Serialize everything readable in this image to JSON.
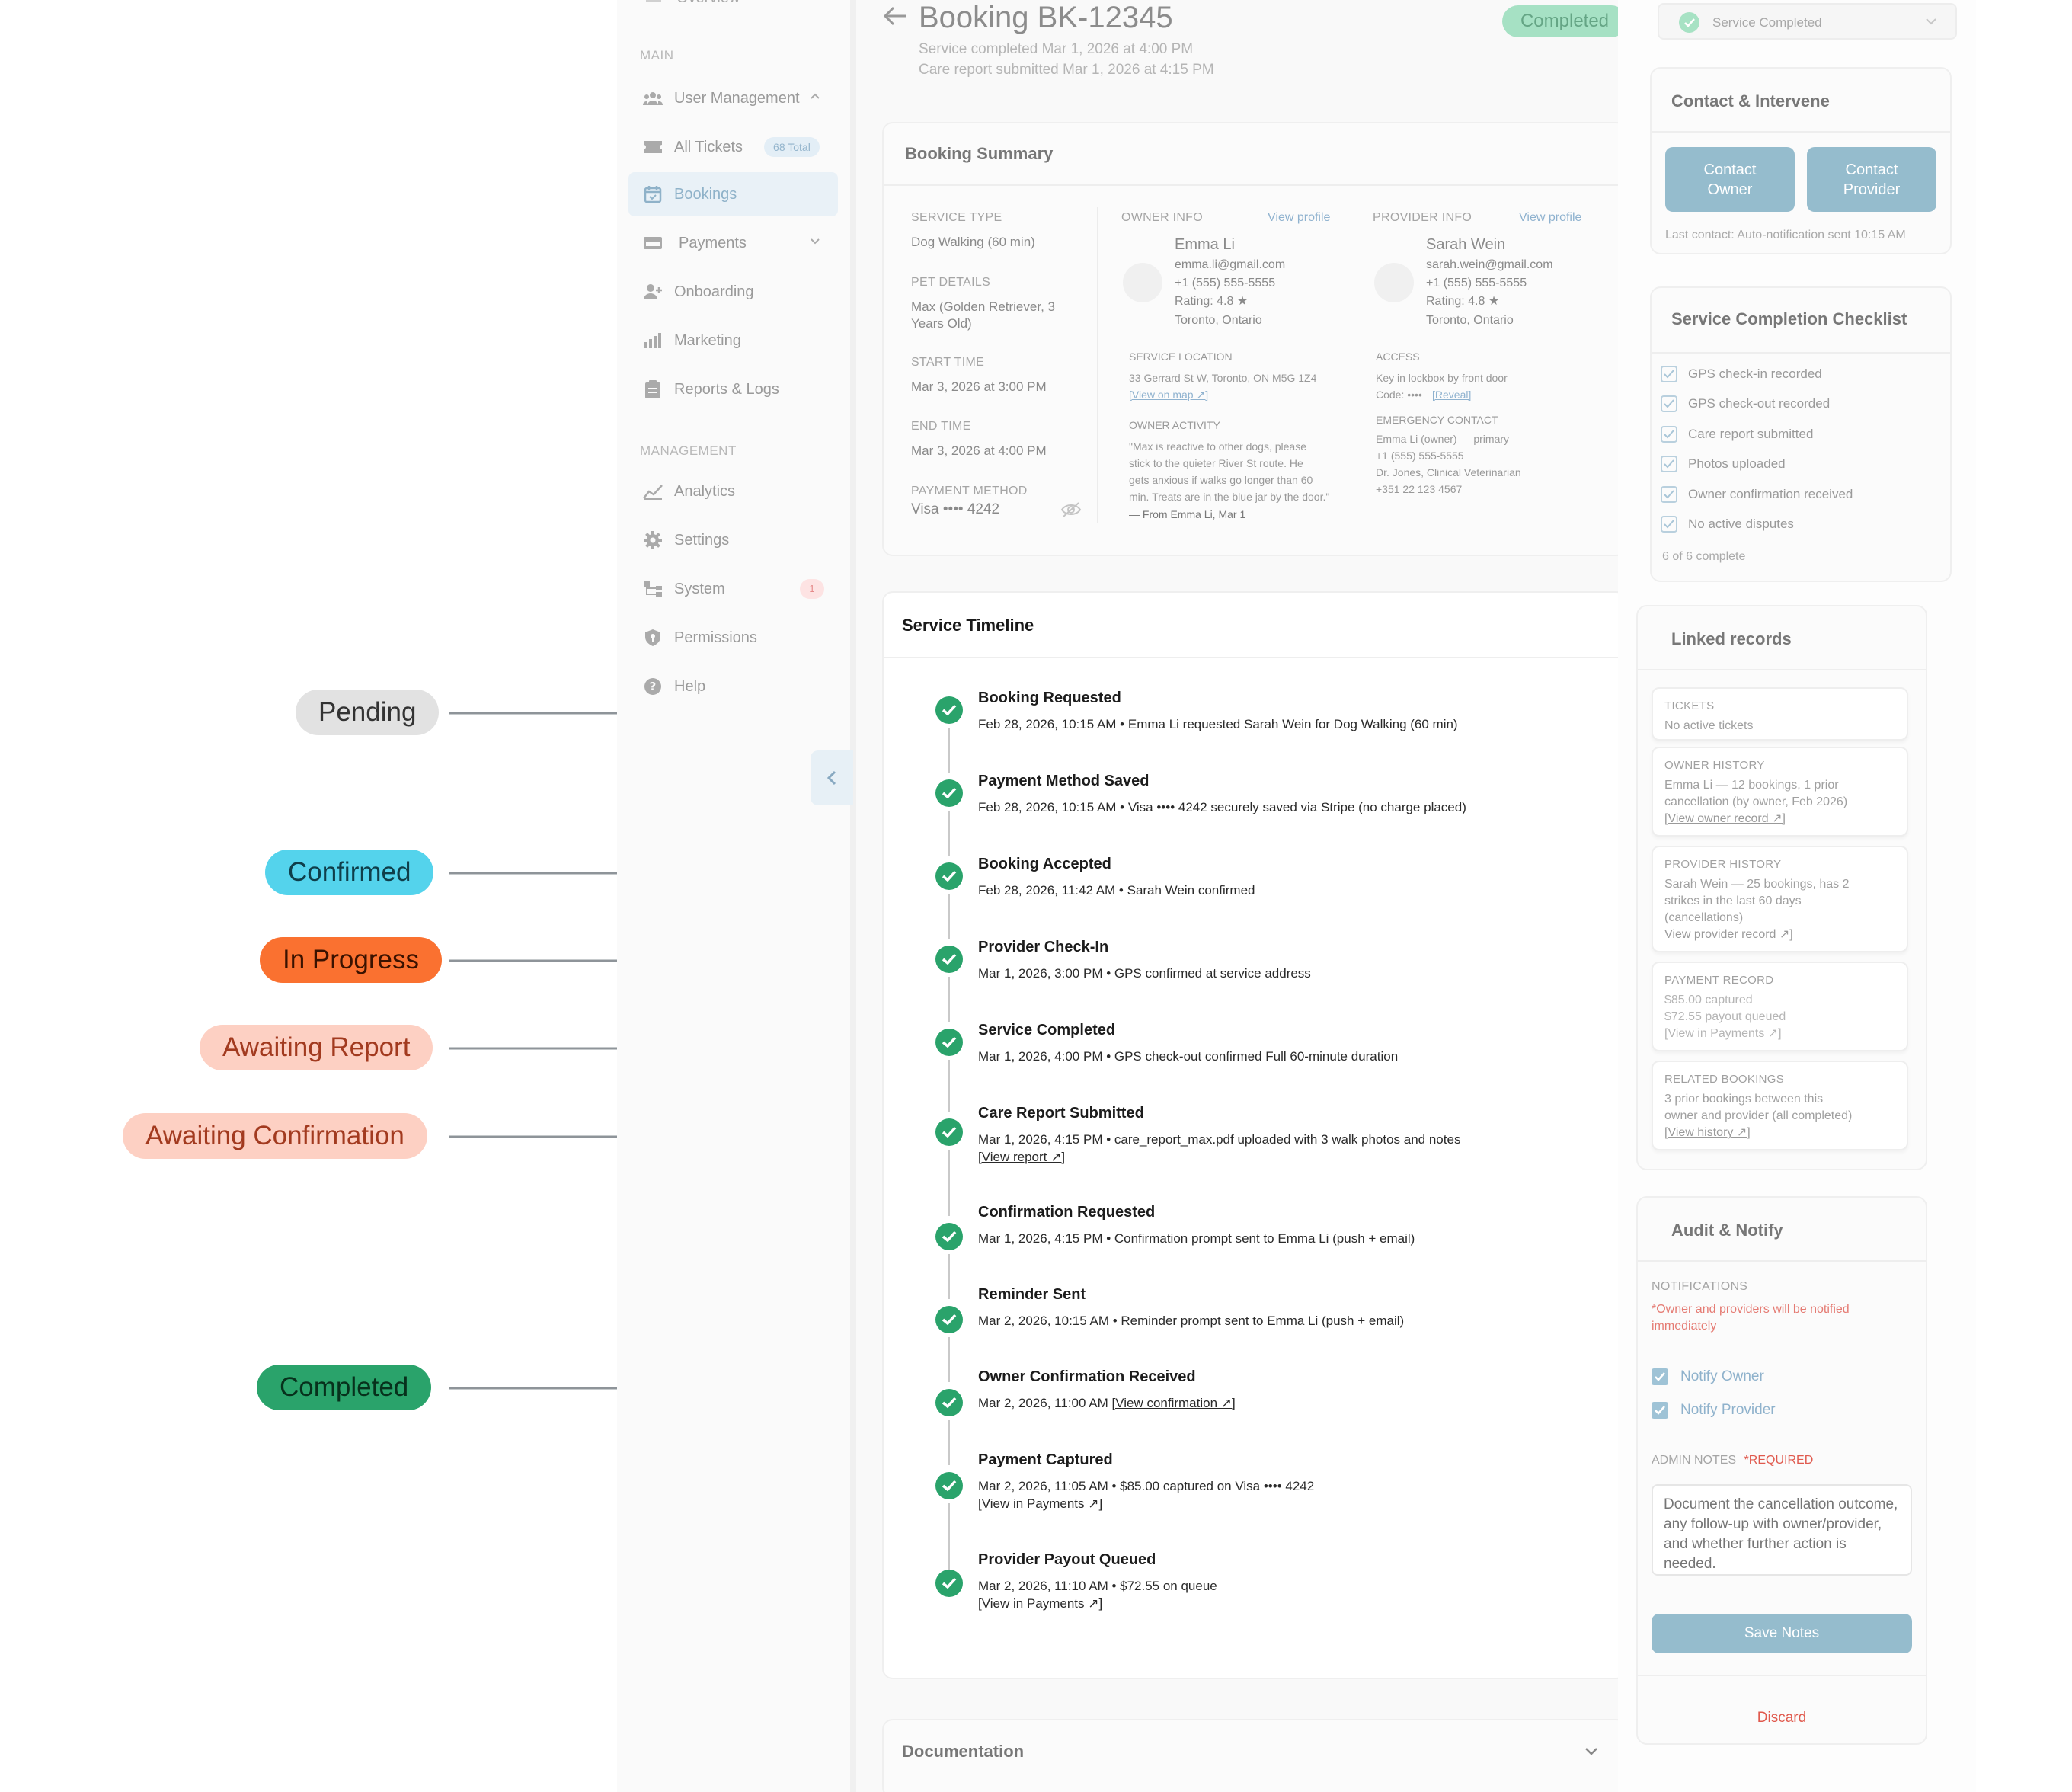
{
  "colors": {
    "pending": "#e2e2e2",
    "confirmed": "#54d3ec",
    "in_progress": "#fa7130",
    "awaiting_report": "#fdd0c3",
    "awaiting_confirmation": "#fdd0c3",
    "completed": "#2aa36b",
    "accent": "#8fb2cf",
    "danger": "#e05a4e"
  },
  "status_pills": [
    {
      "label": "Pending"
    },
    {
      "label": "Confirmed"
    },
    {
      "label": "In Progress"
    },
    {
      "label": "Awaiting Report"
    },
    {
      "label": "Awaiting Confirmation"
    },
    {
      "label": "Completed"
    }
  ],
  "sidebar": {
    "overview": "Overview",
    "section_main": "MAIN",
    "section_management": "MANAGEMENT",
    "items": [
      {
        "label": "User Management",
        "icon": "users-icon"
      },
      {
        "label": "All Tickets",
        "icon": "ticket-icon",
        "badge": "68 Total"
      },
      {
        "label": "Bookings",
        "icon": "calendar-icon"
      },
      {
        "label": "Payments",
        "icon": "card-icon"
      },
      {
        "label": "Onboarding",
        "icon": "user-plus-icon"
      },
      {
        "label": "Marketing",
        "icon": "bar-chart-icon"
      },
      {
        "label": "Reports & Logs",
        "icon": "clipboard-icon"
      },
      {
        "label": "Analytics",
        "icon": "line-chart-icon"
      },
      {
        "label": "Settings",
        "icon": "gear-icon"
      },
      {
        "label": "System",
        "icon": "sitemap-icon",
        "badge": "1"
      },
      {
        "label": "Permissions",
        "icon": "shield-icon"
      },
      {
        "label": "Help",
        "icon": "help-icon"
      }
    ]
  },
  "header": {
    "title": "Booking BK-12345",
    "subtitle1": "Service completed Mar 1, 2026 at 4:00 PM",
    "subtitle2": "Care report submitted Mar 1, 2026 at 4:15 PM",
    "status_badge": "Completed",
    "status_select": "Service Completed"
  },
  "summary": {
    "title": "Booking Summary",
    "service_type_label": "SERVICE TYPE",
    "service_type": "Dog Walking (60 min)",
    "pet_label": "PET DETAILS",
    "pet_line1": "Max (Golden Retriever, 3",
    "pet_line2": "Years Old)",
    "start_label": "START TIME",
    "start": "Mar 3, 2026 at 3:00 PM",
    "end_label": "END TIME",
    "end": "Mar 3, 2026 at 4:00 PM",
    "payment_label": "PAYMENT METHOD",
    "payment": "Visa •••• 4242",
    "owner_label": "OWNER INFO",
    "owner_link": "View profile",
    "owner_name": "Emma Li",
    "owner_email": "emma.li@gmail.com",
    "owner_phone": "+1 (555) 555-5555",
    "owner_rating": "Rating: 4.8 ★",
    "owner_city": "Toronto, Ontario",
    "provider_label": "PROVIDER INFO",
    "provider_link": "View profile",
    "provider_name": "Sarah Wein",
    "provider_email": "sarah.wein@gmail.com",
    "provider_phone": "+1 (555) 555-5555",
    "provider_rating": "Rating: 4.8 ★",
    "provider_city": "Toronto, Ontario",
    "location_label": "SERVICE LOCATION",
    "location": "33 Gerrard St W, Toronto, ON M5G 1Z4",
    "location_link": "[View on map ↗]",
    "access_label": "ACCESS",
    "access1": "Key in lockbox by front door",
    "access_code": "Code: ••••",
    "access_reveal": "[Reveal]",
    "activity_label": "OWNER ACTIVITY",
    "activity1": "\"Max is reactive to other dogs, please",
    "activity2": "stick to the quieter River St route. He",
    "activity3": "gets anxious if walks go longer than 60",
    "activity4": "min. Treats are in the blue jar by the door.\"",
    "activity5": "— From Emma Li, Mar 1",
    "emergency_label": "EMERGENCY CONTACT",
    "emergency1": "Emma Li (owner) — primary",
    "emergency2": "+1 (555) 555-5555",
    "emergency3": "Dr. Jones, Clinical Veterinarian",
    "emergency4": "+351 22 123 4567"
  },
  "timeline": {
    "title": "Service Timeline",
    "events": [
      {
        "title": "Booking Requested",
        "desc": "Feb 28, 2026, 10:15 AM • Emma Li requested Sarah Wein for Dog Walking (60 min)",
        "extra": ""
      },
      {
        "title": "Payment Method Saved",
        "desc": "Feb 28, 2026, 10:15 AM • Visa •••• 4242 securely saved via Stripe (no charge placed)",
        "extra": ""
      },
      {
        "title": "Booking Accepted",
        "desc": "Feb 28, 2026, 11:42 AM • Sarah Wein confirmed",
        "extra": ""
      },
      {
        "title": "Provider Check-In",
        "desc": "Mar 1, 2026, 3:00 PM • GPS confirmed at service address",
        "extra": ""
      },
      {
        "title": "Service Completed",
        "desc": "Mar 1, 2026, 4:00 PM • GPS check-out confirmed  Full 60-minute duration",
        "extra": ""
      },
      {
        "title": "Care Report Submitted",
        "desc": "Mar 1, 2026, 4:15 PM • care_report_max.pdf uploaded with 3 walk photos and notes",
        "extra": "[View report ↗]"
      },
      {
        "title": "Confirmation Requested",
        "desc": "Mar 1, 2026, 4:15 PM • Confirmation prompt sent to Emma Li (push + email)",
        "extra": ""
      },
      {
        "title": "Reminder Sent",
        "desc": "Mar 2, 2026, 10:15 AM • Reminder prompt sent to Emma Li (push + email)",
        "extra": ""
      },
      {
        "title": "Owner Confirmation Received",
        "desc": "Mar 2, 2026, 11:00 AM",
        "inline_link": "[View confirmation ↗]",
        "extra": ""
      },
      {
        "title": "Payment Captured",
        "desc": "Mar 2, 2026, 11:05 AM • $85.00 captured on Visa •••• 4242",
        "extra": "[View in Payments ↗]"
      },
      {
        "title": "Provider Payout Queued",
        "desc": "Mar 2, 2026, 11:10 AM • $72.55 on queue",
        "extra": "[View in Payments ↗]"
      }
    ]
  },
  "documentation": {
    "title": "Documentation"
  },
  "contact": {
    "title": "Contact & Intervene",
    "owner_btn_1": "Contact",
    "owner_btn_2": "Owner",
    "provider_btn_1": "Contact",
    "provider_btn_2": "Provider",
    "last_contact": "Last contact: Auto-notification sent 10:15 AM"
  },
  "checklist": {
    "title": "Service Completion Checklist",
    "items": [
      "GPS check-in recorded",
      "GPS check-out recorded",
      "Care report submitted",
      "Photos uploaded",
      "Owner confirmation received",
      "No active disputes"
    ],
    "summary": "6 of 6 complete"
  },
  "linked": {
    "title": "Linked records",
    "tickets_label": "TICKETS",
    "tickets": "No active tickets",
    "owner_label": "OWNER HISTORY",
    "owner1": "Emma Li — 12 bookings, 1 prior",
    "owner2": "cancellation (by owner, Feb 2026)",
    "owner_link": "[View owner record ↗]",
    "provider_label": "PROVIDER HISTORY",
    "provider1": "Sarah Wein — 25 bookings, has 2",
    "provider2": "strikes in the last 60 days",
    "provider3": "(cancellations)",
    "provider_link": "View provider record ↗]",
    "payment_label": "PAYMENT RECORD",
    "payment1": "$85.00 captured",
    "payment2": "$72.55 payout queued",
    "payment_link": "[View in Payments ↗]",
    "related_label": "RELATED BOOKINGS",
    "related1": "3 prior bookings between this",
    "related2": "owner and provider (all completed)",
    "related_link": "[View history ↗]"
  },
  "audit": {
    "title": "Audit & Notify",
    "notifications_label": "NOTIFICATIONS",
    "notice1": "*Owner and providers will be notified",
    "notice2": "immediately",
    "notify_owner": "Notify Owner",
    "notify_provider": "Notify Provider",
    "notes_label": "ADMIN NOTES",
    "required": "*REQUIRED",
    "notes_placeholder": "Document the cancellation outcome, any follow-up with owner/provider, and whether further action is needed.",
    "save": "Save Notes",
    "discard": "Discard"
  }
}
